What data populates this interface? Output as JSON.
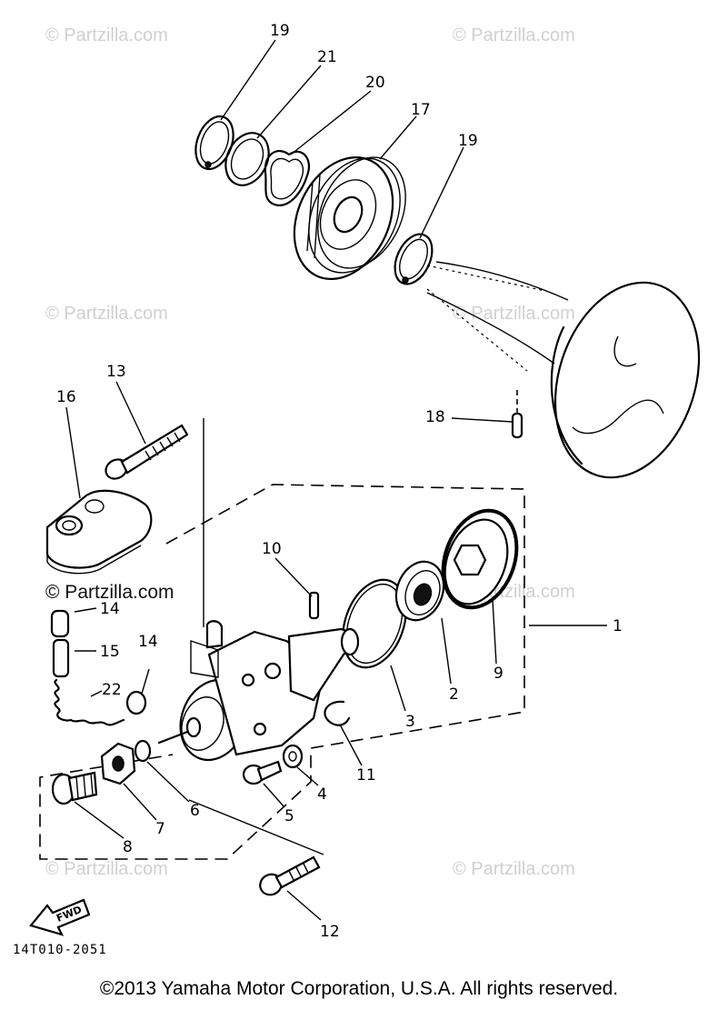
{
  "watermarks": [
    "© Partzilla.com",
    "© Partzilla.com",
    "© Partzilla.com",
    "© Partzilla.com",
    "© Partzilla.com",
    "© Partzilla.com",
    "© Partzilla.com",
    "© Partzilla.com"
  ],
  "callouts": {
    "c1": "1",
    "c2": "2",
    "c3": "3",
    "c4": "4",
    "c5": "5",
    "c6": "6",
    "c7": "7",
    "c8": "8",
    "c9": "9",
    "c10": "10",
    "c11": "11",
    "c12": "12",
    "c13": "13",
    "c14a": "14",
    "c14b": "14",
    "c15": "15",
    "c16": "16",
    "c17": "17",
    "c18": "18",
    "c19a": "19",
    "c19b": "19",
    "c20": "20",
    "c21": "21",
    "c22": "22"
  },
  "fwd_label": "FWD",
  "catalog_code": "14T010-2051",
  "copyright": "©2013  Yamaha Motor Corporation, U.S.A. All rights reserved."
}
